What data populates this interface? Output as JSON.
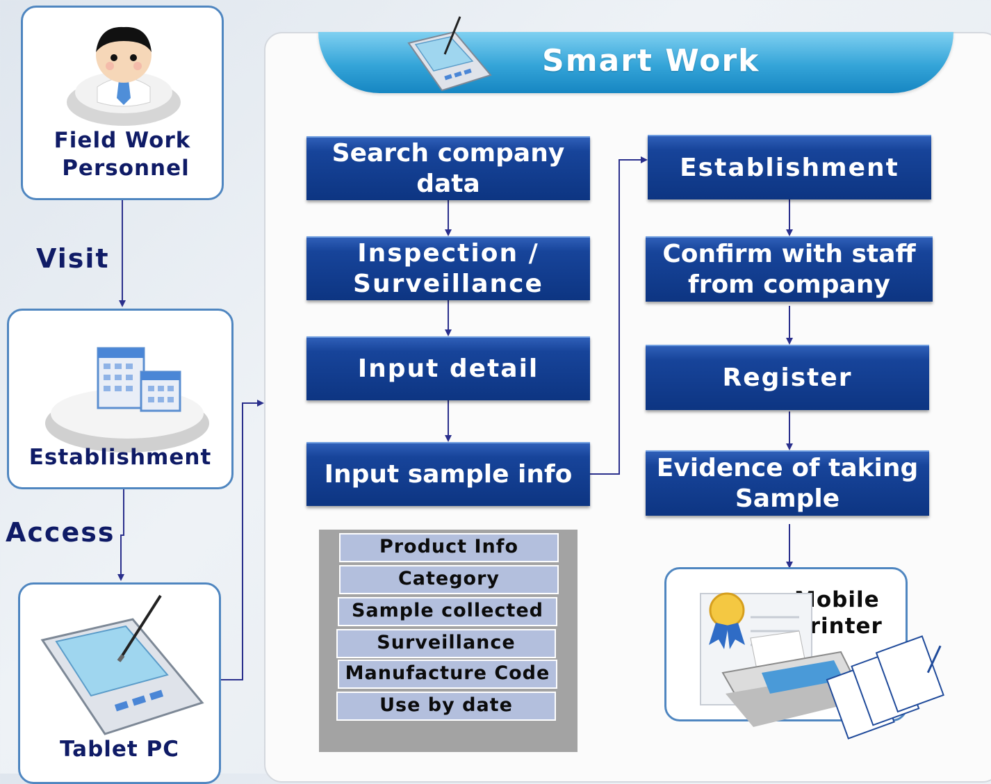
{
  "banner": {
    "title": "Smart Work"
  },
  "left_flow": {
    "personnel_label_1": "Field Work",
    "personnel_label_2": "Personnel",
    "visit_label": "Visit",
    "establishment_label": "Establishment",
    "access_label": "Access",
    "tablet_label": "Tablet PC"
  },
  "steps": {
    "search_1": "Search company",
    "search_2": "data",
    "inspection_1": "Inspection /",
    "inspection_2": "Surveillance",
    "input_detail": "Input detail",
    "input_sample": "Input sample info",
    "establishment": "Establishment",
    "confirm_1": "Confirm with staff",
    "confirm_2": "from company",
    "register": "Register",
    "evidence_1": "Evidence of taking",
    "evidence_2": "Sample"
  },
  "fields": [
    "Product Info",
    "Category",
    "Sample collected",
    "Surveillance",
    "Manufacture Code",
    "Use by date"
  ],
  "printer": {
    "label_1": "Mobile",
    "label_2": "Printer"
  },
  "colors": {
    "navy": "#0f1b66",
    "step_blue": "#17449a",
    "card_border": "#4f86c0",
    "banner_blue": "#34a4d8"
  }
}
